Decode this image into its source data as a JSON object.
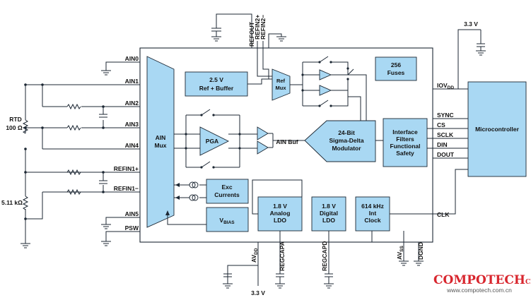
{
  "colors": {
    "block_fill": "#a9d8f3",
    "wire": "#1c2733",
    "watermark_red": "#d8262e",
    "watermark_gray": "#555555"
  },
  "pins_left": [
    "AIN0",
    "AIN1",
    "AIN2",
    "AIN3",
    "AIN4",
    "REFIN1+",
    "REFIN1−",
    "AIN5",
    "PSW"
  ],
  "pins_top": [
    "REFOUT",
    "REFIN2+",
    "REFIN2−"
  ],
  "pins_right": [
    "IOV",
    "SYNC",
    "CS",
    "SCLK",
    "DIN",
    "DOUT",
    "CLK"
  ],
  "iov_sub": "DD",
  "pins_bottom": {
    "avdd": "AV",
    "avdd_sub": "DD",
    "regcapa": "REGCAPA",
    "regcapd": "REGCAPD",
    "avss": "AV",
    "avss_sub": "SS",
    "dgnd": "DGND"
  },
  "supply_top": "3.3 V",
  "supply_bottom": "3.3 V",
  "external": {
    "rtd_line1": "RTD",
    "rtd_line2": "100 Ω",
    "r_ref": "5.11 kΩ"
  },
  "blocks": {
    "ain_mux": {
      "line1": "AIN",
      "line2": "Mux"
    },
    "ref_buffer": {
      "line1": "2.5 V",
      "line2": "Ref + Buffer"
    },
    "ref_mux": {
      "line1": "Ref",
      "line2": "Mux"
    },
    "fuses": {
      "line1": "256",
      "line2": "Fuses"
    },
    "pga": "PGA",
    "ain_buf": "AIN Buf",
    "modulator": {
      "line1": "24-Bit",
      "line2": "Sigma-Delta",
      "line3": "Modulator"
    },
    "interface": {
      "line1": "Interface",
      "line2": "Filters",
      "line3": "Functional",
      "line4": "Safety"
    },
    "exc": {
      "line1": "Exc",
      "line2": "Currents"
    },
    "vbias": {
      "main": "V",
      "sub": "BIAS"
    },
    "analog_ldo": {
      "line1": "1.8 V",
      "line2": "Analog",
      "line3": "LDO"
    },
    "digital_ldo": {
      "line1": "1.8 V",
      "line2": "Digital",
      "line3": "LDO"
    },
    "clock": {
      "line1": "614 kHz",
      "line2": "Int",
      "line3": "Clock"
    },
    "microcontroller": "Microcontroller"
  },
  "watermark": {
    "brand": "COMPOTECH",
    "brand_suffix": "China",
    "url": "www.compotech.com.cn"
  }
}
